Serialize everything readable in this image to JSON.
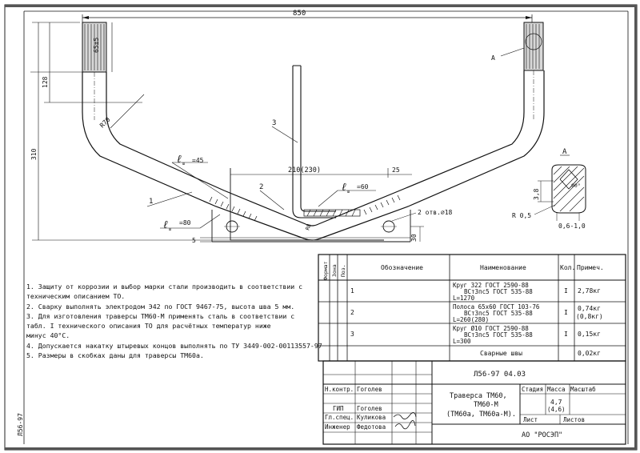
{
  "dims": {
    "total_width": "850",
    "left_height": "310",
    "end_height": "128",
    "thread_len": "65±5",
    "radius": "R70",
    "plate_width": "210(230)",
    "edge_25": "25",
    "plate_thick": "5",
    "hole_dim": "30",
    "holes": "2 отв.⌀18",
    "weld1_sym": "ℓ",
    "weld1_sub": "ш",
    "weld1_val": "=45",
    "weld2_val": "=60",
    "weld3_val": "=80",
    "small_r": "R8",
    "pos1": "1",
    "pos2": "2",
    "pos3": "3",
    "view_letter": "A"
  },
  "detail": {
    "title": "A",
    "dim_height": "3,8",
    "angle": "90°",
    "radius": "R 0,5",
    "chamfer": "0,6-1,0"
  },
  "notes": [
    "1.  Защиту от коррозии и выбор марки стали производить в соответствии с",
    "    техническим описанием ТО.",
    "2.  Сварку выполнять электродом Э42 по ГОСТ 9467-75, высота шва 5 мм.",
    "3.  Для изготовления траверсы ТМ60-М применять сталь в соответствии с",
    "    табл. I технического описания ТО для расчётных температур ниже",
    "    минус 40°С.",
    "4.  Допускается накатку штыревых концов выполнять по ТУ 3449-002-00113557-97",
    "5.  Размеры в скобках даны для траверсы ТМ60а."
  ],
  "spec_table": {
    "headers": [
      "Формат",
      "Зона",
      "Поз.",
      "Обозначение",
      "Наименование",
      "Кол.",
      "Примеч."
    ],
    "rows": [
      {
        "pos": "1",
        "name_top": "Круг 322 ГОСТ 2590-88",
        "name_bot": "ВСт3пс5 ГОСТ 535-88",
        "name_len": "L=1270",
        "qty": "I",
        "note": "2,78кг"
      },
      {
        "pos": "2",
        "name_top": "Полоса 65х60 ГОСТ 103-76",
        "name_bot": "ВСт3пс5 ГОСТ 535-88",
        "name_len": "L=260(280)",
        "qty": "I",
        "note": "0,74кг",
        "note2": "(0,8кг)"
      },
      {
        "pos": "3",
        "name_top": "Круг Ø10 ГОСТ 2590-88",
        "name_bot": "ВСт3пс5 ГОСТ 535-88",
        "name_len": "L=300",
        "qty": "I",
        "note": "0,15кг"
      },
      {
        "pos": "",
        "name_top": "Сварные швы",
        "name_bot": "",
        "name_len": "",
        "qty": "",
        "note": "0,02кг"
      }
    ]
  },
  "title_block": {
    "code": "Л56-97 04.03",
    "roles": [
      "Н.контр.",
      "ГИП",
      "Гл.спец.",
      "Инженер"
    ],
    "names": [
      "Гоголев",
      "Гоголев",
      "Куликова",
      "Федотова"
    ],
    "title_l1": "Траверса ТМ60,",
    "title_l2": "ТМ60-М",
    "title_l3": "(ТМ60а, ТМ60а-М).",
    "stage_label": "Стадия",
    "mass_label": "Масса",
    "scale_label": "Масштаб",
    "mass_val": "4,7",
    "mass_val2": "(4,6)",
    "sheet_label": "Лист",
    "sheets_label": "Листов",
    "org": "АО \"РОСЭП\""
  },
  "side_code": "Л56-97"
}
